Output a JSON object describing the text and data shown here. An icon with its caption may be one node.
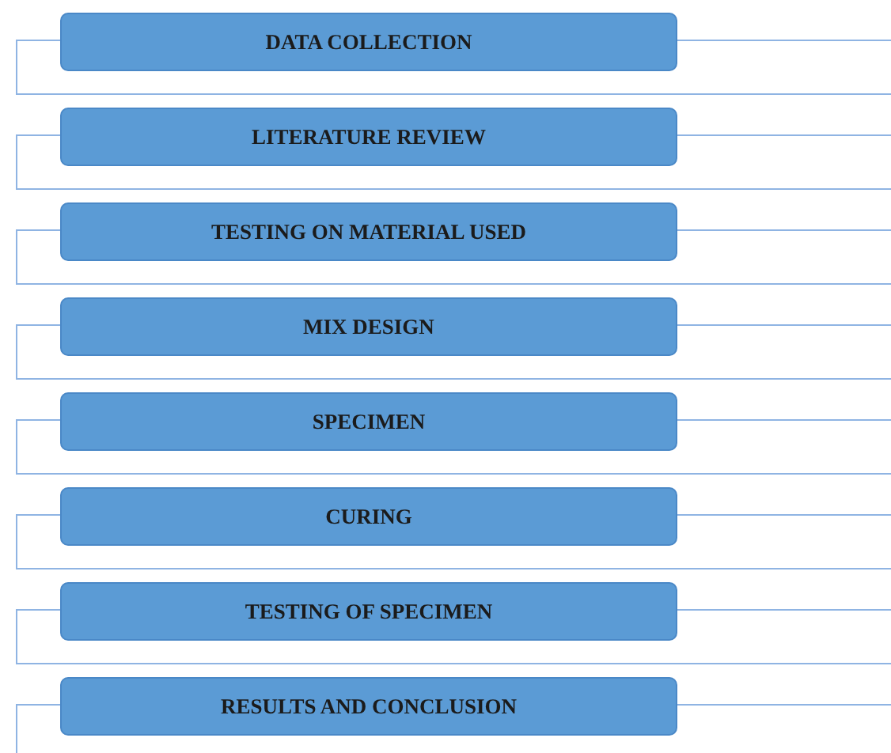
{
  "diagram": {
    "nodes": [
      {
        "text": [
          "DATA COLLECTION"
        ]
      },
      {
        "text": [],
        "shape": "box"
      },
      {
        "text": [
          "LITERATURE REVIEW"
        ]
      },
      {
        "text": [],
        "shape": "box"
      },
      {
        "text": [
          "TESTING ON MATERIAL USED"
        ]
      },
      {
        "text": [],
        "shape": "box"
      },
      {
        "text": [
          "MIX DESIGN"
        ]
      },
      {
        "text": [],
        "shape": "box"
      },
      {
        "text": [
          "SPECIMEN"
        ]
      },
      {
        "text": [],
        "shape": "box"
      },
      {
        "text": [
          "CURING"
        ]
      },
      {
        "text": [],
        "shape": "box"
      },
      {
        "text": [
          "TESTING OF SPECIMEN"
        ]
      },
      {
        "text": [],
        "shape": "box"
      },
      {
        "text": [
          "RESULTS AND CONCLUSION"
        ]
      },
      {
        "text": [],
        "shape": "box"
      }
    ]
  }
}
